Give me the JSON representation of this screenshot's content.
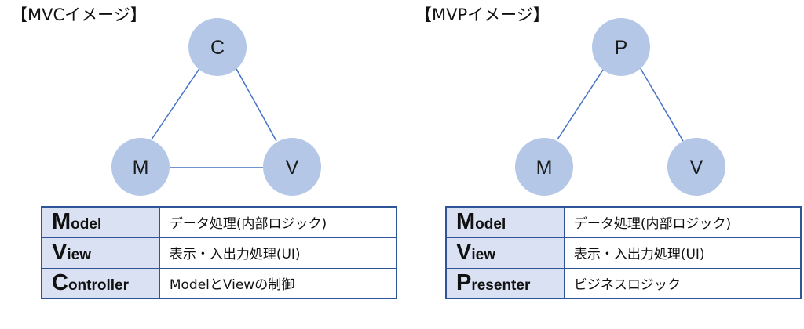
{
  "mvc": {
    "title": "【MVCイメージ】",
    "nodes": {
      "top": "C",
      "left": "M",
      "right": "V"
    },
    "edges": [
      [
        "C",
        "M"
      ],
      [
        "C",
        "V"
      ],
      [
        "M",
        "V"
      ]
    ],
    "rows": [
      {
        "initial": "M",
        "rest": "odel",
        "desc": "データ処理(内部ロジック)"
      },
      {
        "initial": "V",
        "rest": "iew",
        "desc": "表示・入出力処理(UI)"
      },
      {
        "initial": "C",
        "rest": "ontroller",
        "desc": "ModelとViewの制御"
      }
    ]
  },
  "mvp": {
    "title": "【MVPイメージ】",
    "nodes": {
      "top": "P",
      "left": "M",
      "right": "V"
    },
    "edges": [
      [
        "P",
        "M"
      ],
      [
        "P",
        "V"
      ]
    ],
    "rows": [
      {
        "initial": "M",
        "rest": "odel",
        "desc": "データ処理(内部ロジック)"
      },
      {
        "initial": "V",
        "rest": "iew",
        "desc": "表示・入出力処理(UI)"
      },
      {
        "initial": "P",
        "rest": "resenter",
        "desc": "ビジネスロジック"
      }
    ]
  },
  "colors": {
    "node_fill": "#b4c7e7",
    "edge": "#4472c4",
    "table_border": "#2f5597",
    "term_fill": "#d9e1f2"
  }
}
